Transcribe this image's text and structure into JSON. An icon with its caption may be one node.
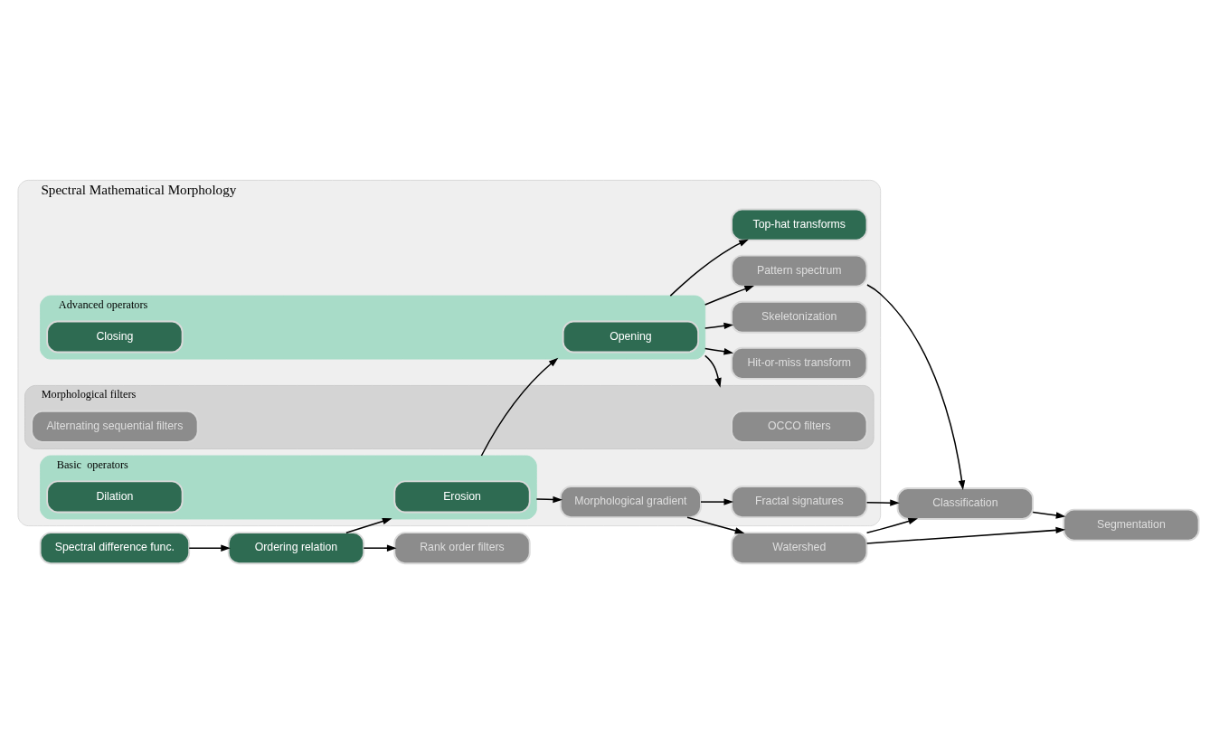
{
  "diagram": {
    "nodes": [
      {
        "text": [
          "Spectral Mathematical Morphology"
        ]
      },
      {
        "text": [
          "Spectral difference func."
        ]
      },
      {
        "text": [
          "Ordering relation"
        ]
      },
      {
        "text": [
          "Rank order filters"
        ]
      },
      {
        "text": [
          "Basic  operators"
        ],
        "in": 0
      },
      {
        "text": [
          "Erosion"
        ],
        "in": 4
      },
      {
        "text": [
          "Dilation"
        ],
        "in": 4
      },
      {
        "text": [
          "Advanced operators"
        ],
        "in": 0
      },
      {
        "text": [
          "Opening"
        ],
        "in": 7
      },
      {
        "text": [
          "Closing"
        ],
        "in": 7
      },
      {
        "text": [
          "Top-hat transforms"
        ],
        "in": 0
      },
      {
        "text": [
          "Morphological filters"
        ],
        "in": 0
      },
      {
        "text": [
          "OCCO filters"
        ],
        "in": 11
      },
      {
        "text": [
          "Alternating sequential filters"
        ],
        "in": 11
      },
      {
        "text": [
          "Hit-or-miss transform"
        ],
        "in": 0
      },
      {
        "text": [
          "Skeletonization"
        ],
        "in": 0
      },
      {
        "text": [
          "Pattern spectrum"
        ],
        "in": 0
      },
      {
        "text": [
          "Morphological gradient"
        ],
        "in": 0
      },
      {
        "text": [
          "Fractal signatures"
        ],
        "in": 0
      },
      {
        "text": [
          "Watershed"
        ]
      },
      {
        "text": [
          "Classification"
        ]
      },
      {
        "text": [
          "Segmentation"
        ]
      }
    ],
    "edges": [
      {
        "from": 1,
        "to": 2,
        "arrow": "to"
      },
      {
        "from": 2,
        "to": 3,
        "arrow": "to"
      },
      {
        "from": 2,
        "to": 4,
        "arrow": "to"
      },
      {
        "from": 4,
        "to": 7,
        "arrow": "to"
      },
      {
        "from": 7,
        "to": 10,
        "arrow": "to"
      },
      {
        "from": 7,
        "to": 11,
        "arrow": "to"
      },
      {
        "from": 7,
        "to": 14,
        "arrow": "to"
      },
      {
        "from": 7,
        "to": 15,
        "arrow": "to"
      },
      {
        "from": 7,
        "to": 16,
        "arrow": "to"
      },
      {
        "from": 4,
        "to": 17,
        "arrow": "to"
      },
      {
        "from": 17,
        "to": 18,
        "arrow": "to"
      },
      {
        "from": 17,
        "to": 19,
        "arrow": "to"
      },
      {
        "from": 18,
        "to": 20,
        "arrow": "to"
      },
      {
        "from": 19,
        "to": 20,
        "arrow": "to"
      },
      {
        "from": 16,
        "to": 20,
        "arrow": "to"
      },
      {
        "from": 19,
        "to": 21,
        "arrow": "to"
      },
      {
        "from": 20,
        "to": 21,
        "arrow": "to"
      }
    ]
  }
}
